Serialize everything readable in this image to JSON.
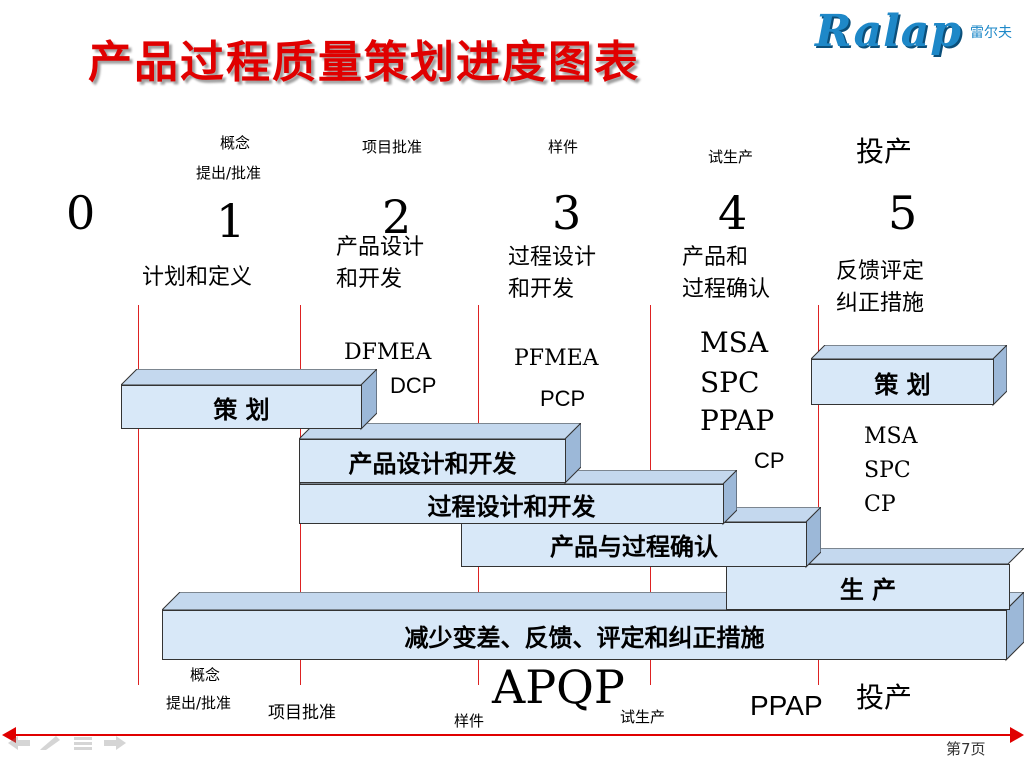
{
  "title": "产品过程质量策划进度图表",
  "logo": {
    "word": "Ralap",
    "cn": "雷尔夫"
  },
  "phases": [
    {
      "digit": "0"
    },
    {
      "digit": "1",
      "top_label_1": "概念",
      "top_label_2": "提出/批准",
      "name": "计划和定义"
    },
    {
      "digit": "2",
      "top_label": "项目批准",
      "name_1": "产品设计",
      "name_2": "和开发"
    },
    {
      "digit": "3",
      "top_label": "样件",
      "name_1": "过程设计",
      "name_2": "和开发"
    },
    {
      "digit": "4",
      "top_label": "试生产",
      "name_1": "产品和",
      "name_2": "过程确认"
    },
    {
      "digit": "5",
      "top_label": "投产",
      "name_1": "反馈评定",
      "name_2": "纠正措施"
    }
  ],
  "docs": {
    "dfmea": "DFMEA",
    "dcp": "DCP",
    "pfmea": "PFMEA",
    "pcp": "PCP",
    "msa": "MSA",
    "spc": "SPC",
    "ppap": "PPAP",
    "cp": "CP",
    "msa2": "MSA",
    "spc2": "SPC",
    "cp2": "CP"
  },
  "bars": {
    "planning": "策  划",
    "product_design": "产品设计和开发",
    "process_design": "过程设计和开发",
    "validation": "产品与过程确认",
    "production": "生  产",
    "feedback": "减少变差、反馈、评定和纠正措施",
    "planning2": "策  划"
  },
  "bottom": {
    "concept_1": "概念",
    "concept_2": "提出/批准",
    "approval": "项目批准",
    "prototype": "样件",
    "apqp": "APQP",
    "pilot": "试生产",
    "ppap": "PPAP",
    "launch": "投产"
  },
  "footer": {
    "page": "第7页"
  },
  "colors": {
    "title": "#e00000",
    "bar_fill": "#d8e8f8",
    "line": "#dd2222",
    "logo": "#1e88c8"
  }
}
